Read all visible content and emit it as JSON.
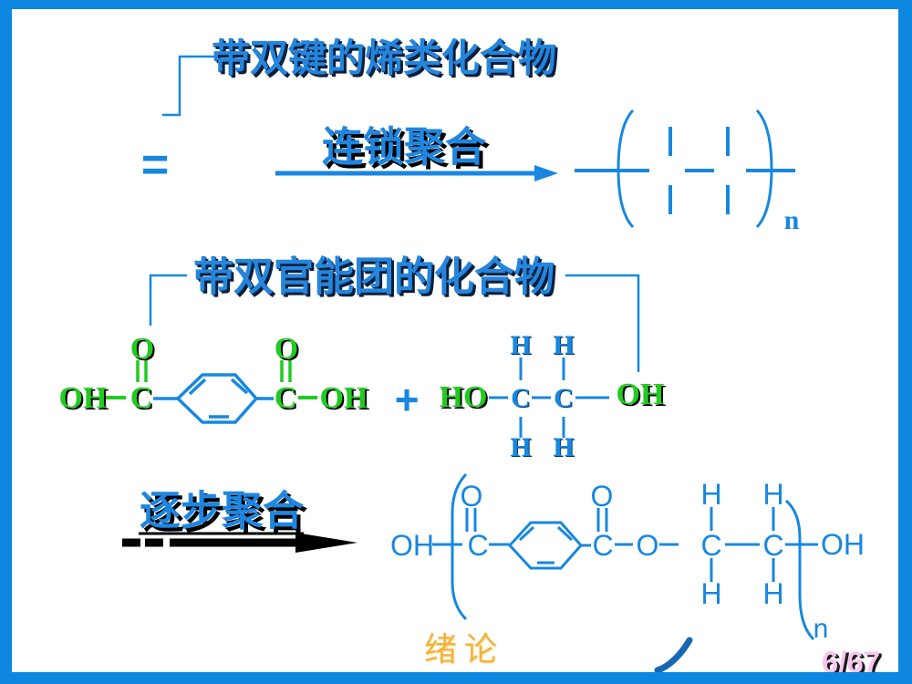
{
  "slide": {
    "type": "presentation-slide",
    "colors": {
      "frame_blue": "#0d87e0",
      "structure_blue": "#1787e0",
      "title_blue": "#2585dc",
      "atom_green": "#21cb21",
      "arrow_black": "#000000",
      "footer_orange": "#f2b33f",
      "page_pink": "#f7c6ef",
      "swoosh_blue": "#1468b4"
    }
  },
  "headings": {
    "vinyl": "带双键的烯类化合物",
    "difunctional": "带双官能团的化合物"
  },
  "reactions": {
    "chain_polymerization": "连锁聚合",
    "step_polymerization": "逐步聚合",
    "equals": "=",
    "plus": "+"
  },
  "atoms": {
    "OH": "OH",
    "HO": "HO",
    "C": "C",
    "O": "O",
    "H": "H",
    "n": "n"
  },
  "footer": {
    "section": "绪论",
    "page": "6/67"
  }
}
